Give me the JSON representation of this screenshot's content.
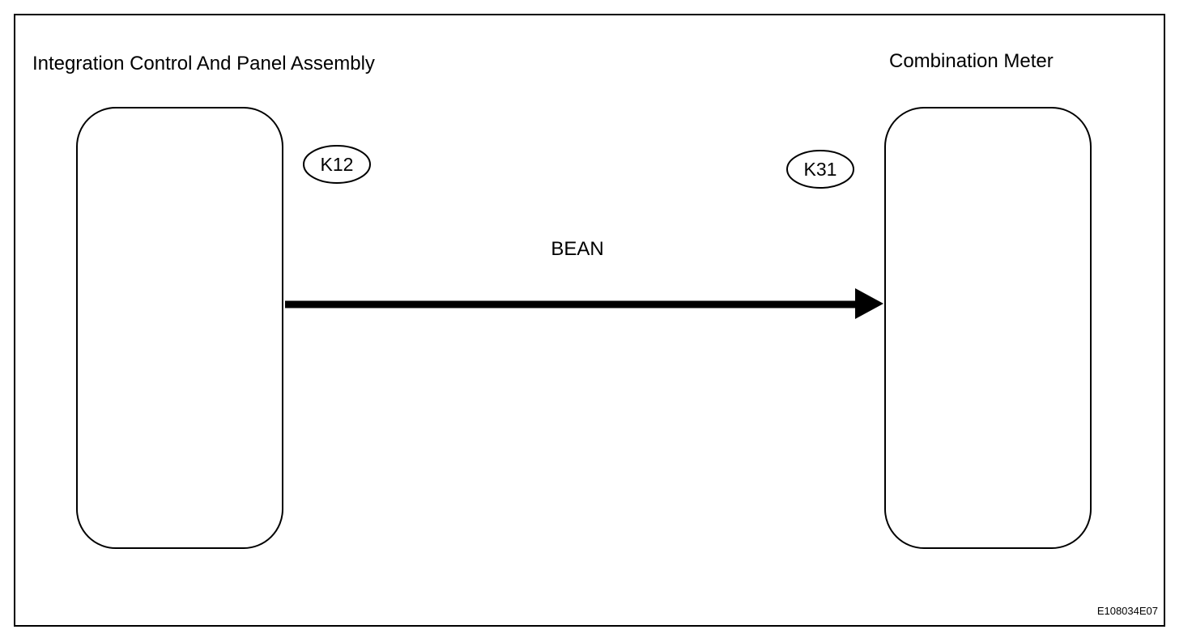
{
  "diagram": {
    "left_component": {
      "label": "Integration Control And Panel Assembly",
      "connector": "K12"
    },
    "right_component": {
      "label": "Combination Meter",
      "connector": "K31"
    },
    "connection": {
      "label": "BEAN",
      "direction": "left-to-right"
    },
    "figure_code": "E108034E07"
  },
  "colors": {
    "line": "#000000",
    "background": "#ffffff"
  }
}
